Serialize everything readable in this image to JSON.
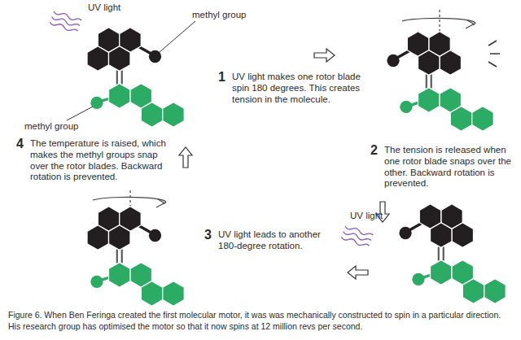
{
  "diagram": {
    "caption": "Figure 6. When Ben Feringa created the first molecular motor, it was was mechanically constructed to spin in a particular direction. His research group has optimised the motor so that it now spins at 12 million revs per second.",
    "labels": [
      "UV light",
      "methyl group",
      "methyl group",
      "1",
      "UV light makes one rotor blade spin 180 degrees. This creates tension in the molecule.",
      "2",
      "The tension is released when one rotor blade snaps over the other. Backward rotation is prevented.",
      "UV light",
      "3",
      "UV light leads to another 180-degree rotation.",
      "4",
      "The temperature is raised, which makes the methyl groups snap over the rotor blades. Backward rotation is prevented."
    ]
  }
}
